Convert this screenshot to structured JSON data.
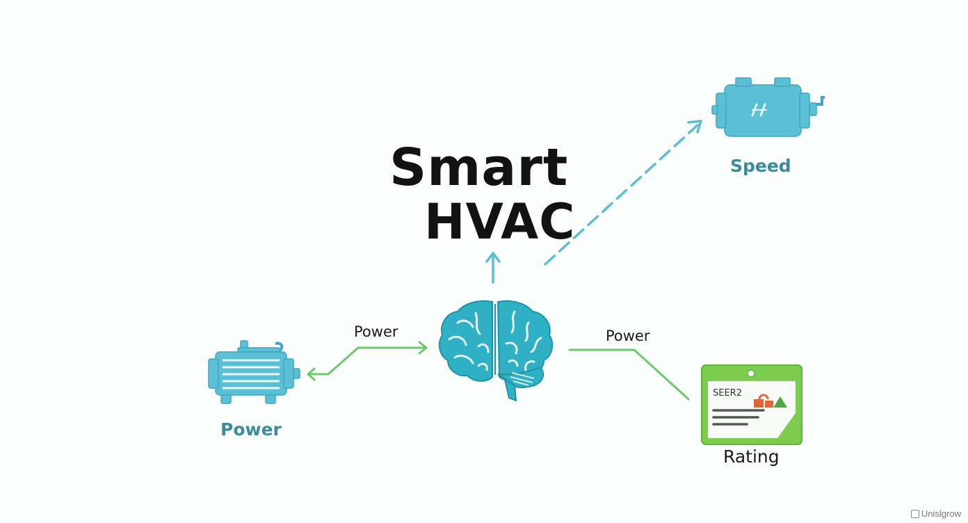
{
  "title": {
    "line1": "Smart",
    "line2": "HVAC"
  },
  "edges": {
    "left_label": "Power",
    "right_label": "Power"
  },
  "nodes": {
    "left": {
      "label": "Power",
      "icon": "motor-icon"
    },
    "top_right": {
      "label": "Speed",
      "icon": "compressor-icon"
    },
    "bottom_right": {
      "label": "Rating",
      "icon": "energy-rating-tag-icon",
      "tag_text": "SEER2"
    },
    "center": {
      "icon": "brain-icon"
    }
  },
  "watermark": "Unislgrow",
  "colors": {
    "teal": "#4fb8cf",
    "brain": "#2fb0c4",
    "green": "#6cc86a",
    "tag_green": "#7ccd4f",
    "text_teal": "#3a8c9c"
  }
}
